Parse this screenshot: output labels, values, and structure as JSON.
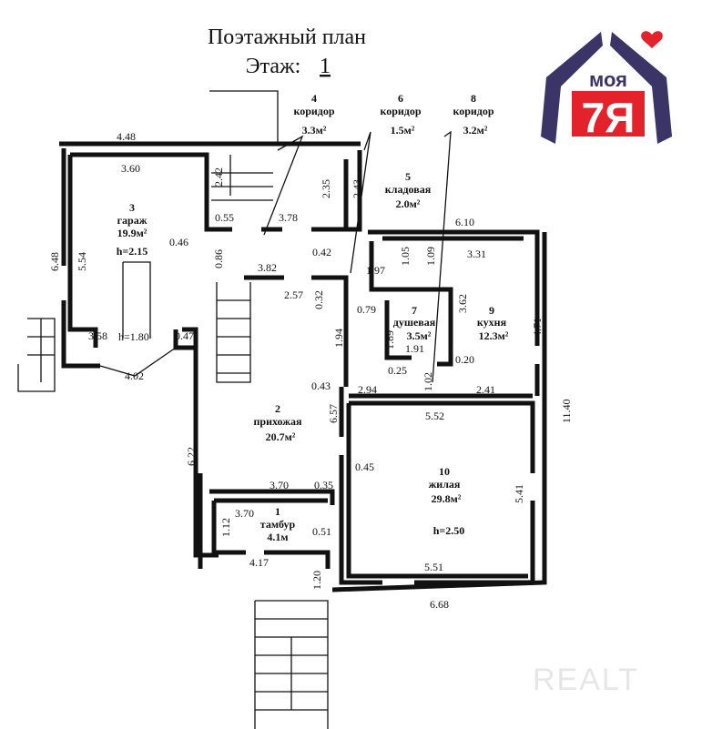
{
  "header": {
    "title": "Поэтажный план",
    "floor_label": "Этаж:",
    "floor_value": "1"
  },
  "rooms": [
    {
      "num": "1",
      "name": "тамбур",
      "area": "4.1м"
    },
    {
      "num": "2",
      "name": "прихожая",
      "area": "20.7м²"
    },
    {
      "num": "3",
      "name": "гараж",
      "area": "19.9м²",
      "height": "h=2.15"
    },
    {
      "num": "4",
      "name": "коридор",
      "area": "3.3м²"
    },
    {
      "num": "5",
      "name": "кладовая",
      "area": "2.0м²"
    },
    {
      "num": "6",
      "name": "коридор",
      "area": "1.5м²"
    },
    {
      "num": "7",
      "name": "душевая",
      "area": "3.5м²"
    },
    {
      "num": "8",
      "name": "коридор",
      "area": "3.2м²"
    },
    {
      "num": "9",
      "name": "кухня",
      "area": "12.3м²"
    },
    {
      "num": "10",
      "name": "жилая",
      "area": "29.8м²",
      "height": "h=2.50"
    }
  ],
  "dims": [
    "4.48",
    "3.60",
    "2.42",
    "2.35",
    "2.43",
    "0.55",
    "3.78",
    "0.46",
    "6.48",
    "5.54",
    "0.86",
    "0.42",
    "6.10",
    "3.31",
    "1.97",
    "1.05",
    "1.09",
    "3.82",
    "2.57",
    "0.32",
    "0.79",
    "3.62",
    "4.71",
    "1.94",
    "1.89",
    "1.91",
    "0.20",
    "0.25",
    "1.02",
    "3.58",
    "h=1.80",
    "0.47",
    "4.02",
    "0.43",
    "2.94",
    "2.41",
    "11.40",
    "6.57",
    "5.52",
    "6.22",
    "0.45",
    "3.70",
    "0.35",
    "5.41",
    "3.70",
    "1.12",
    "0.51",
    "4.17",
    "1.20",
    "5.51",
    "6.68"
  ],
  "logo": {
    "text_top": "моя",
    "text_bottom": "7Я",
    "primary": "#3b3466",
    "accent": "#e3222b"
  },
  "watermark": "REALT"
}
